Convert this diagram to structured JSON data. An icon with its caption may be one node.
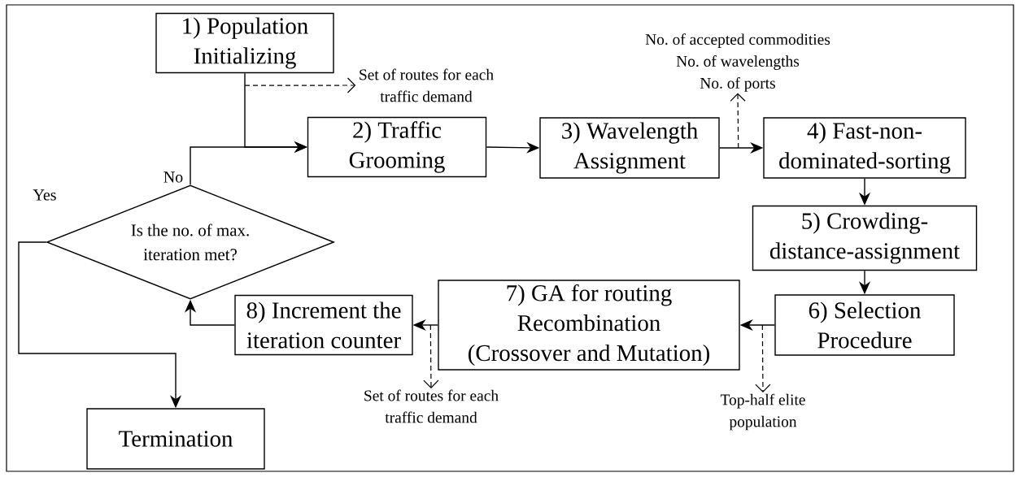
{
  "diagram": {
    "nodes": [
      {
        "text": [
          "1) Population Initializing"
        ]
      },
      {
        "text": [
          "2) Traffic Grooming"
        ]
      },
      {
        "text": [
          "3) Wavelength Assignment"
        ]
      },
      {
        "text": [
          "4) Fast-non-dominated-sorting"
        ]
      },
      {
        "text": [
          "5) Crowding-distance-assignment"
        ]
      },
      {
        "text": [
          "6) Selection Procedure"
        ]
      },
      {
        "text": [
          "7) GA for routing Recombination (Crossover and Mutation)"
        ]
      },
      {
        "text": [
          "8) Increment the iteration counter"
        ]
      },
      {
        "text": [
          "Is the no. of max. iteration met?"
        ]
      },
      {
        "text": [
          "Termination"
        ]
      },
      {
        "text": [
          "Set of routes for each traffic demand"
        ]
      },
      {
        "text": [
          "No. of accepted commodities",
          "No. of wavelengths",
          "No. of ports"
        ]
      },
      {
        "text": [
          "Set of routes for each traffic demand"
        ]
      },
      {
        "text": [
          "Top-half elite population"
        ]
      }
    ],
    "edges": [
      {
        "from": 0,
        "to": 1,
        "arrow": "to"
      },
      {
        "from": 8,
        "to": 1,
        "arrow": "to",
        "label": "No"
      },
      {
        "from": 1,
        "to": 2,
        "arrow": "to"
      },
      {
        "from": 2,
        "to": 3,
        "arrow": "to"
      },
      {
        "from": 3,
        "to": 4,
        "arrow": "to"
      },
      {
        "from": 4,
        "to": 5,
        "arrow": "to"
      },
      {
        "from": 5,
        "to": 6,
        "arrow": "to"
      },
      {
        "from": 6,
        "to": 7,
        "arrow": "to"
      },
      {
        "from": 7,
        "to": 8,
        "arrow": "to"
      },
      {
        "from": 8,
        "to": 9,
        "arrow": "to",
        "label": "Yes"
      },
      {
        "from": 0,
        "to": 10,
        "arrow": "to",
        "style": "dashed"
      },
      {
        "from": 2,
        "to": 11,
        "arrow": "to",
        "style": "dashed"
      },
      {
        "from": 6,
        "to": 12,
        "arrow": "to",
        "style": "dashed"
      },
      {
        "from": 5,
        "to": 13,
        "arrow": "to",
        "style": "dashed"
      }
    ]
  }
}
